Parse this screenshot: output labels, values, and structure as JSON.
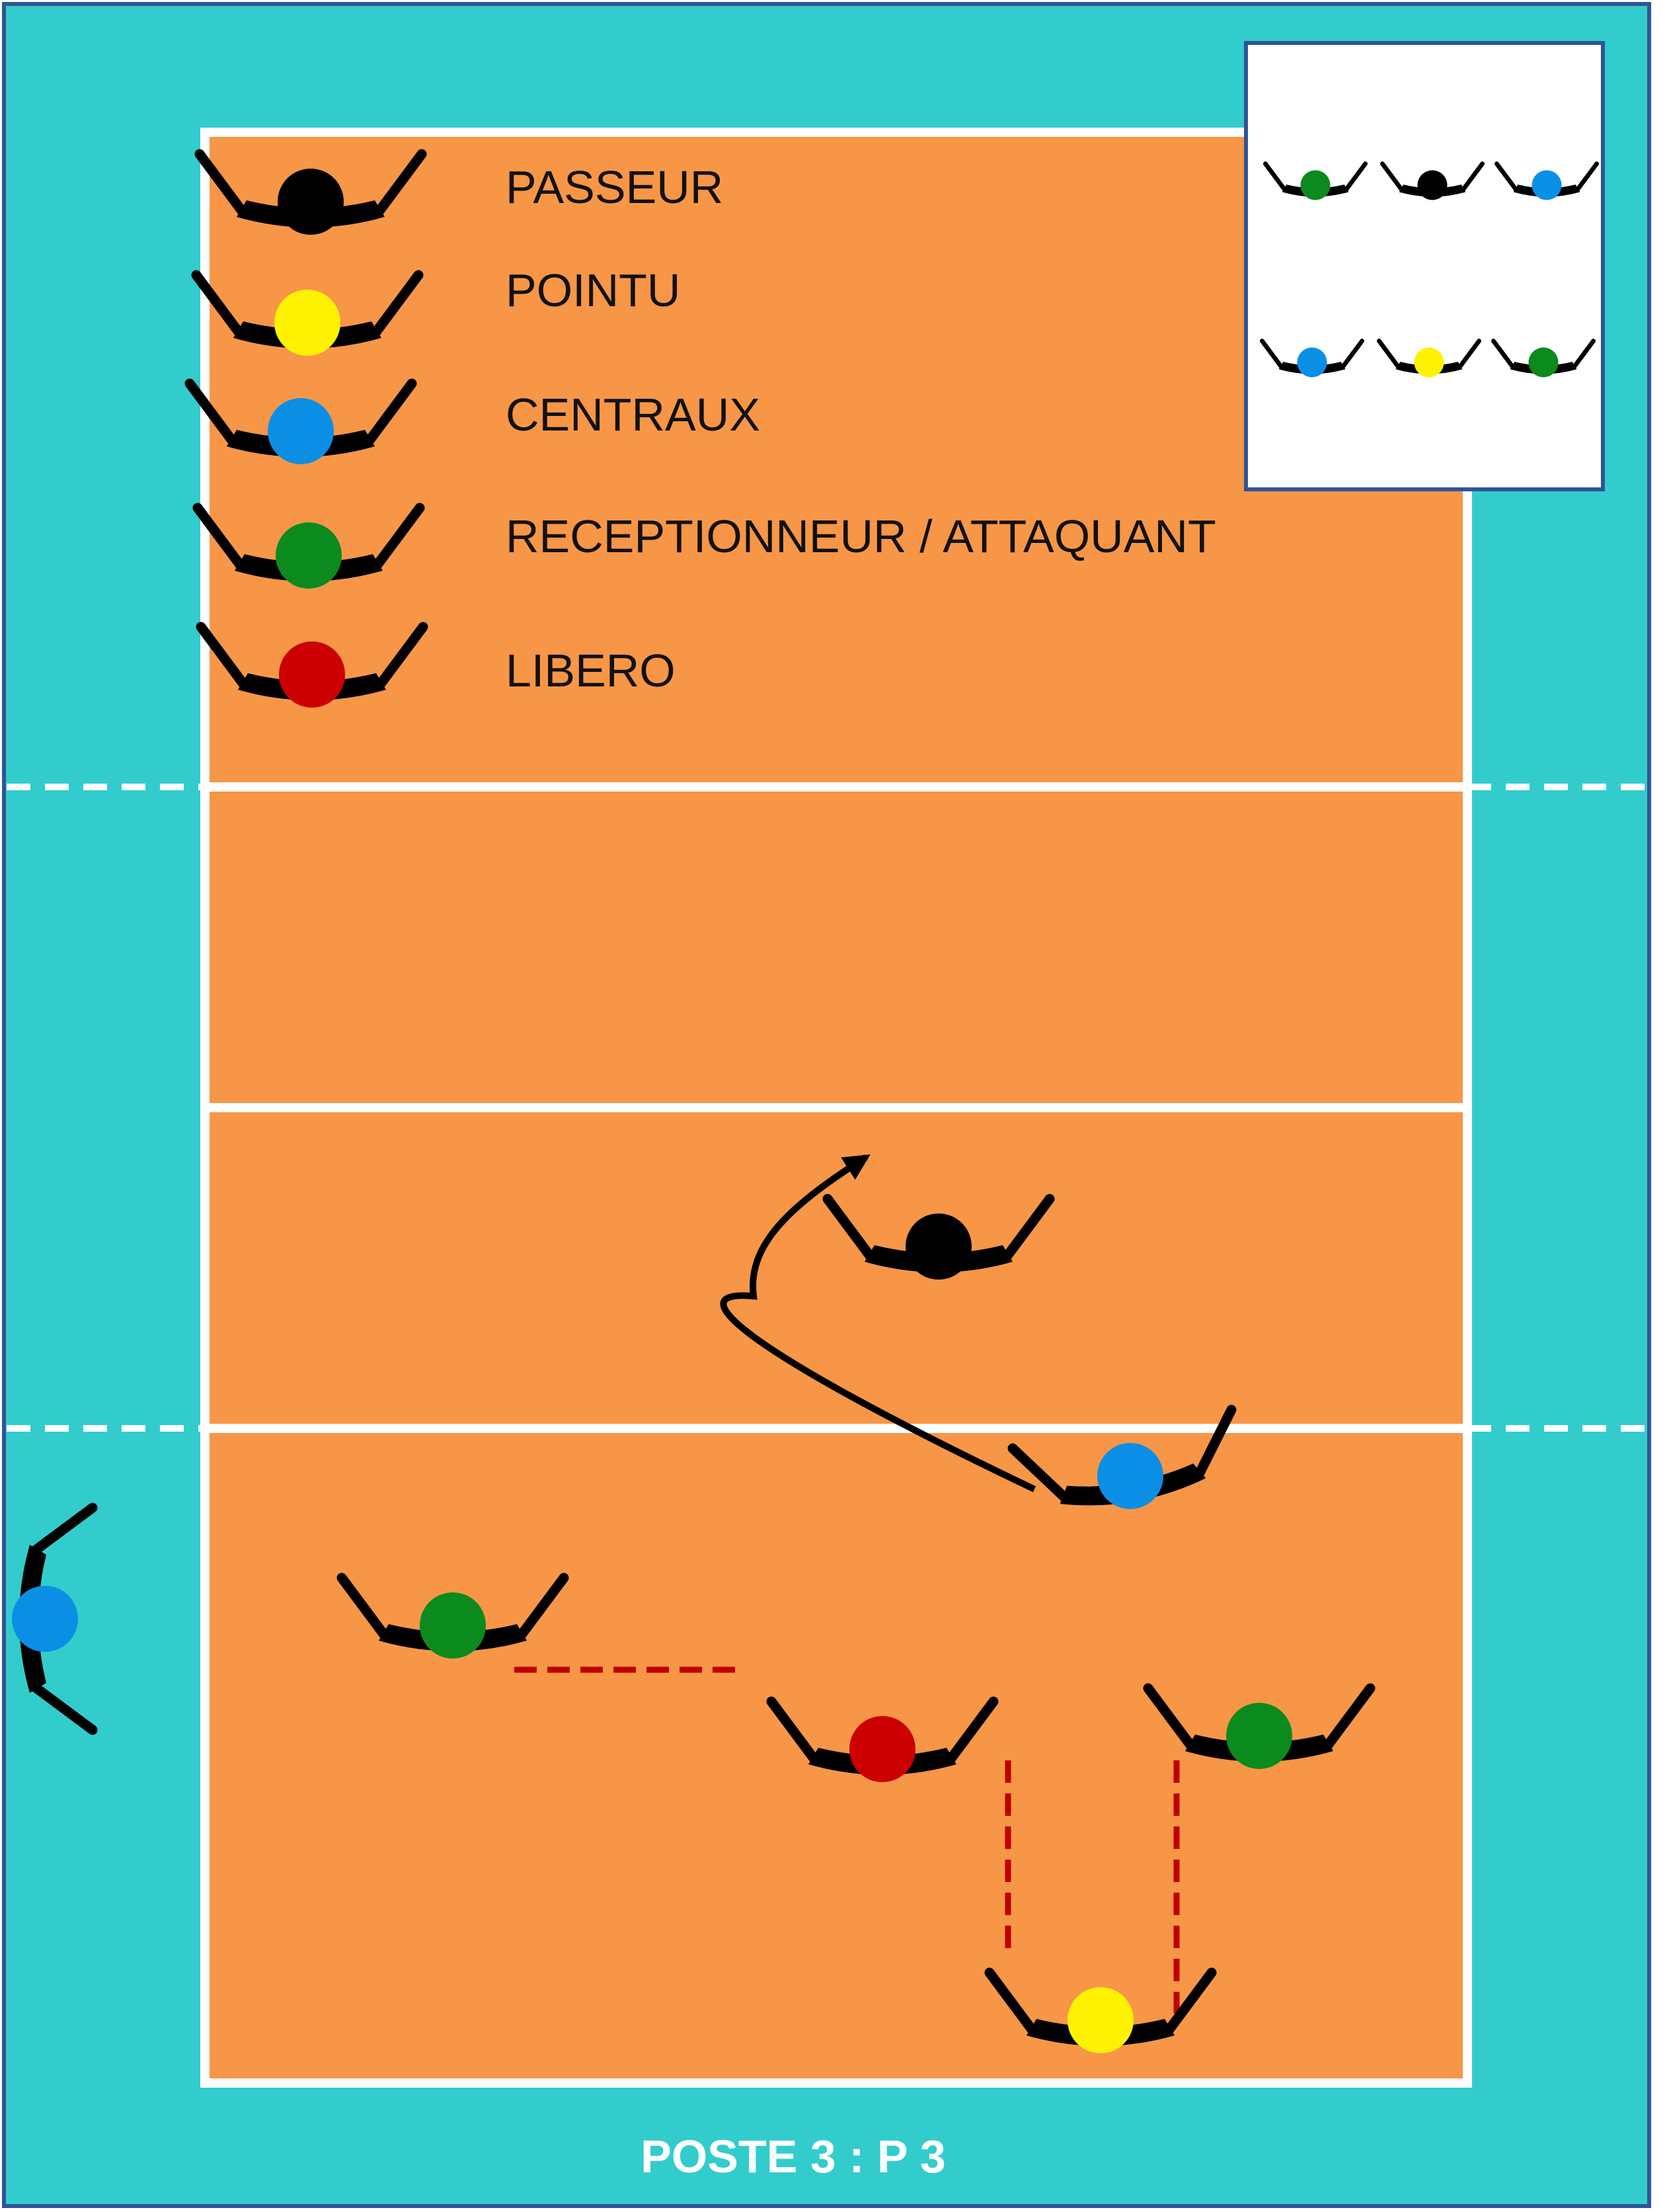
{
  "colors": {
    "outer_area": "#33CCCC",
    "court": "#F79646",
    "lines": "#FFFFFF",
    "border": "#2F5597",
    "passeur": "#000000",
    "pointu": "#FFF200",
    "central": "#0B8FE5",
    "receptionneur": "#0B8A1E",
    "libero": "#CC0000",
    "dash": "#C00000"
  },
  "legend": {
    "items": [
      {
        "label": "PASSEUR",
        "role": "passeur"
      },
      {
        "label": "POINTU",
        "role": "pointu"
      },
      {
        "label": "CENTRAUX",
        "role": "central"
      },
      {
        "label": "RECEPTIONNEUR / ATTAQUANT",
        "role": "receptionneur"
      },
      {
        "label": "LIBERO",
        "role": "libero"
      }
    ]
  },
  "rotation_box": {
    "front_row": [
      "receptionneur",
      "passeur",
      "central"
    ],
    "back_row": [
      "central",
      "pointu",
      "receptionneur"
    ]
  },
  "players": [
    {
      "role": "passeur",
      "label": "passeur"
    },
    {
      "role": "central",
      "label": "central-front"
    },
    {
      "role": "central",
      "label": "central-bench"
    },
    {
      "role": "receptionneur",
      "label": "receptionneur-left"
    },
    {
      "role": "libero",
      "label": "libero"
    },
    {
      "role": "receptionneur",
      "label": "receptionneur-right"
    },
    {
      "role": "pointu",
      "label": "pointu"
    }
  ],
  "caption": "POSTE 3 : P 3"
}
